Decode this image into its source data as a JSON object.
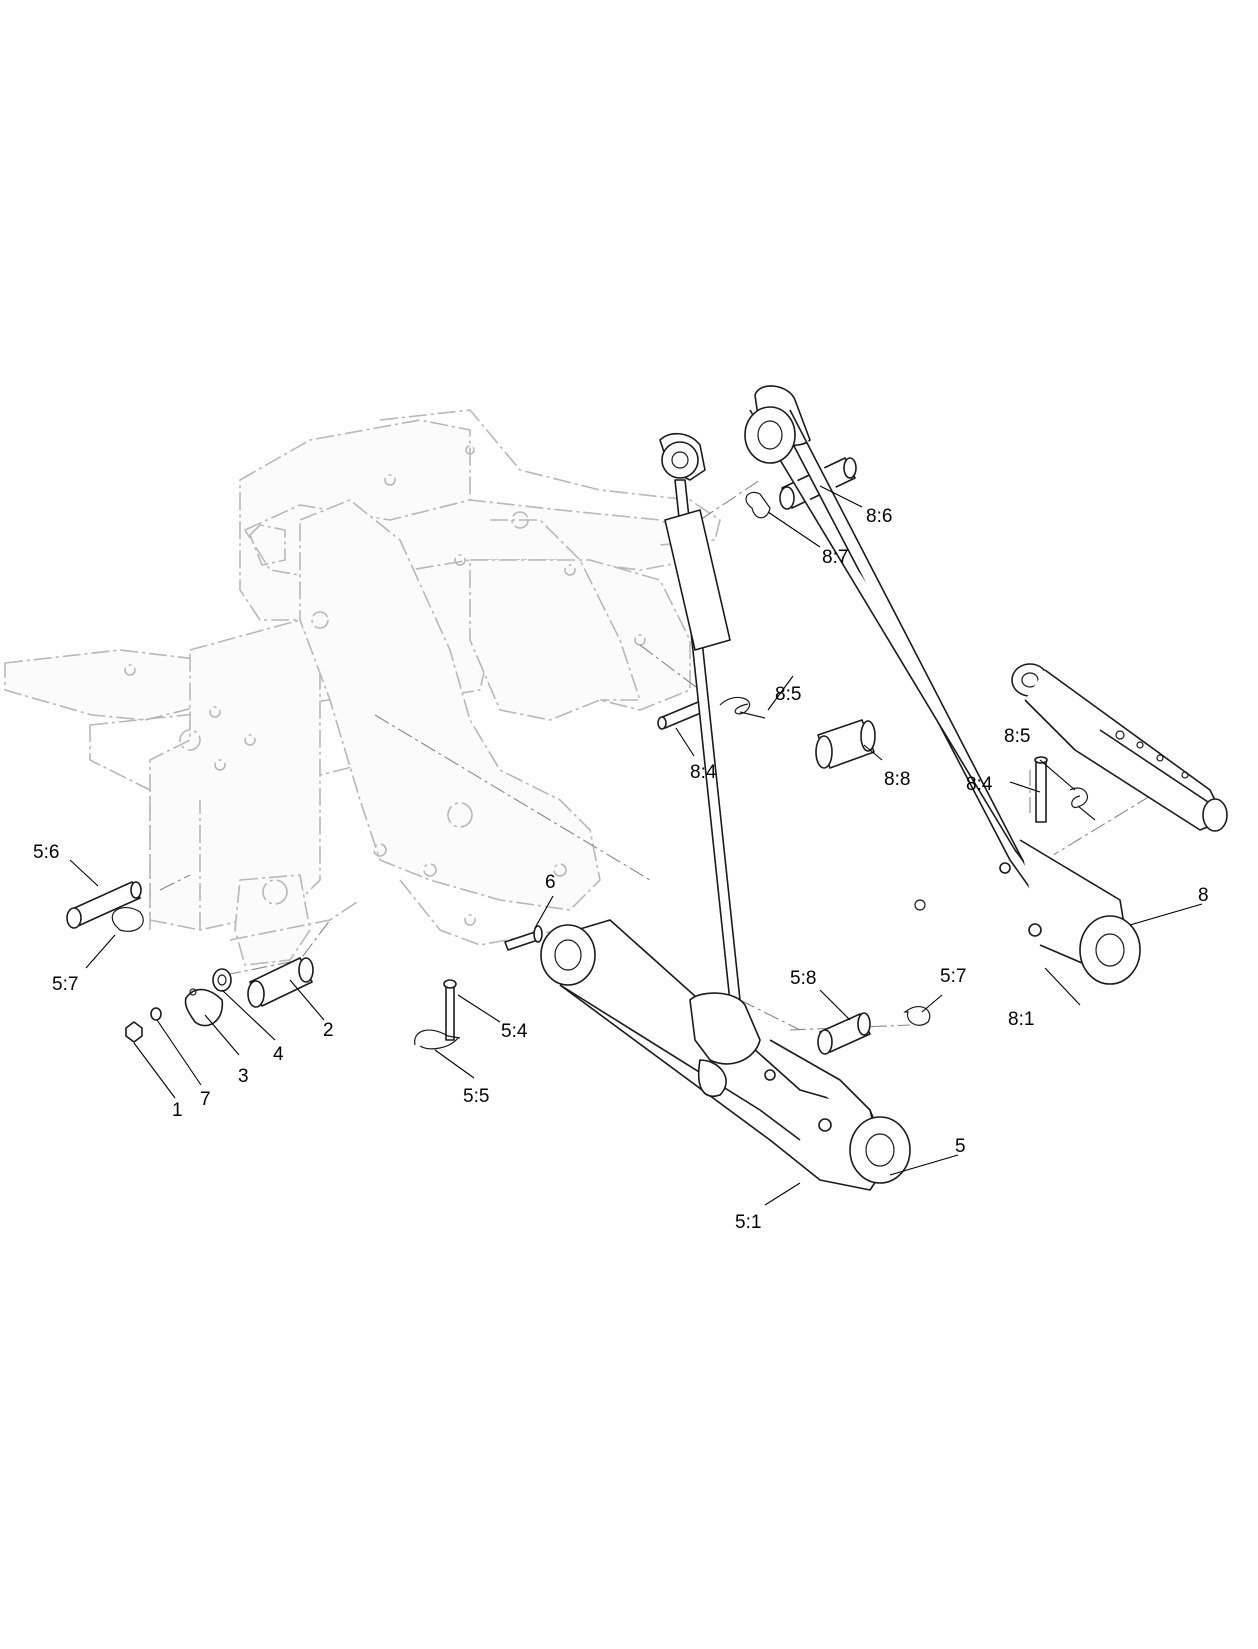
{
  "callouts": [
    {
      "id": "c-8-6",
      "label": "8:6"
    },
    {
      "id": "c-8-7",
      "label": "8:7"
    },
    {
      "id": "c-8-5a",
      "label": "8:5"
    },
    {
      "id": "c-8-4a",
      "label": "8:4"
    },
    {
      "id": "c-8-8",
      "label": "8:8"
    },
    {
      "id": "c-8-5b",
      "label": "8:5"
    },
    {
      "id": "c-8-4b",
      "label": "8:4"
    },
    {
      "id": "c-8",
      "label": "8"
    },
    {
      "id": "c-8-1",
      "label": "8:1"
    },
    {
      "id": "c-5-6",
      "label": "5:6"
    },
    {
      "id": "c-5-7a",
      "label": "5:7"
    },
    {
      "id": "c-6",
      "label": "6"
    },
    {
      "id": "c-5-8",
      "label": "5:8"
    },
    {
      "id": "c-5-7b",
      "label": "5:7"
    },
    {
      "id": "c-5-4",
      "label": "5:4"
    },
    {
      "id": "c-5-5",
      "label": "5:5"
    },
    {
      "id": "c-2",
      "label": "2"
    },
    {
      "id": "c-4",
      "label": "4"
    },
    {
      "id": "c-3",
      "label": "3"
    },
    {
      "id": "c-7",
      "label": "7"
    },
    {
      "id": "c-1",
      "label": "1"
    },
    {
      "id": "c-5",
      "label": "5"
    },
    {
      "id": "c-5-1",
      "label": "5:1"
    }
  ]
}
